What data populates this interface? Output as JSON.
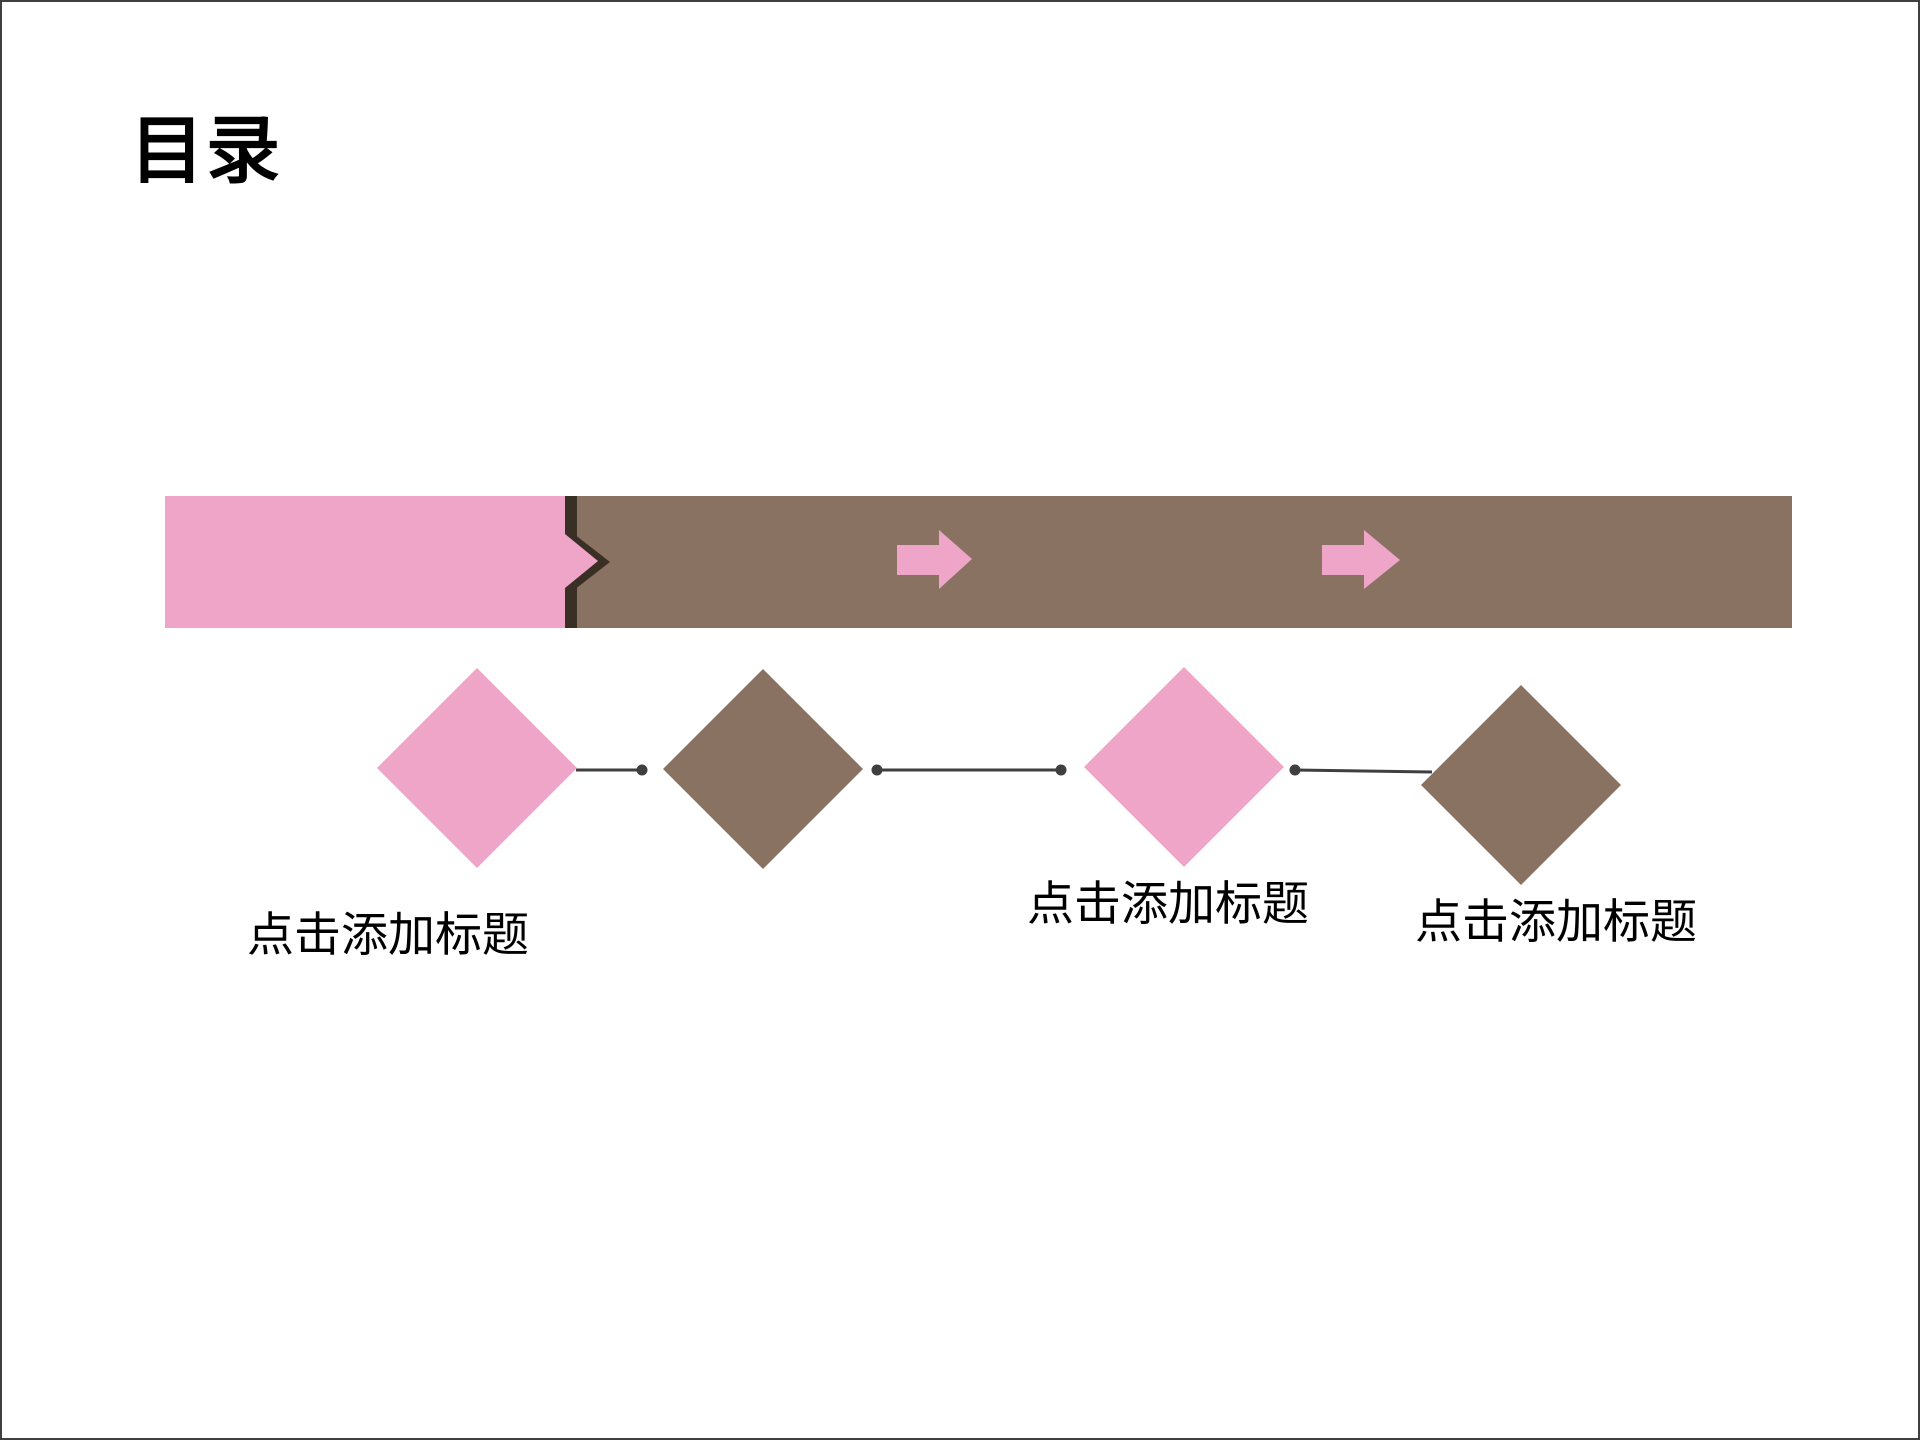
{
  "slide": {
    "title": "目录",
    "labels": [
      "点击添加标题",
      "点击添加标题",
      "点击添加标题"
    ],
    "colors": {
      "pink": "#efa5c8",
      "brown": "#8a7263",
      "dark_shadow": "#3a2f24",
      "connector": "#3f3f3f",
      "text": "#000000",
      "background": "#ffffff"
    }
  }
}
